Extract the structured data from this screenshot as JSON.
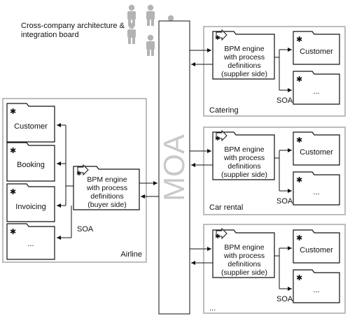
{
  "board_label_line1": "Cross-company architecture &",
  "board_label_line2": "integration board",
  "moa_label": "MOA",
  "colors": {
    "frame": "#bdbdbd",
    "person": "#b3b3b3",
    "moa_text": "#c9c9c9",
    "line": "#111111"
  },
  "airline": {
    "name": "Airline",
    "services": [
      "Customer",
      "Booking",
      "Invoicing",
      "..."
    ],
    "engine_lines": [
      "BPM engine",
      "with process",
      "definitions",
      "(buyer side)"
    ],
    "soa_label": "SOA"
  },
  "suppliers": [
    {
      "name": "Catering",
      "engine_lines": [
        "BPM engine",
        "with process",
        "definitions",
        "(supplier side)"
      ],
      "services": [
        "Customer",
        "..."
      ],
      "soa_label": "SOA"
    },
    {
      "name": "Car rental",
      "engine_lines": [
        "BPM engine",
        "with process",
        "definitions",
        "(supplier side)"
      ],
      "services": [
        "Customer",
        "..."
      ],
      "soa_label": "SOA"
    },
    {
      "name": "...",
      "engine_lines": [
        "BPM engine",
        "with process",
        "definitions",
        "(supplier side)"
      ],
      "services": [
        "Customer",
        "..."
      ],
      "soa_label": "SOA"
    }
  ]
}
